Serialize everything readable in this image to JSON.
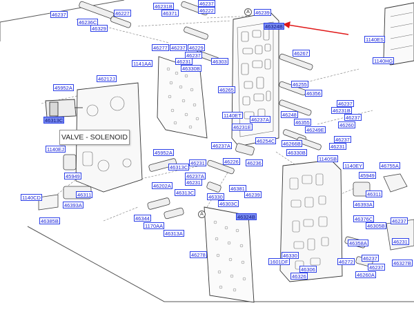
{
  "callout": {
    "text": "VALVE - SOLENOID"
  },
  "highlight_color": "#7a8df0",
  "arrow_color": "#e01818",
  "marks": {
    "upper": "A",
    "lower": "A"
  },
  "labels": [
    {
      "id": "l01",
      "text": "46237",
      "hl": false
    },
    {
      "id": "l02",
      "text": "46236C",
      "hl": false
    },
    {
      "id": "l03",
      "text": "46329",
      "hl": false
    },
    {
      "id": "l04",
      "text": "46227",
      "hl": false
    },
    {
      "id": "l05",
      "text": "46231B",
      "hl": false
    },
    {
      "id": "l06",
      "text": "46371",
      "hl": false
    },
    {
      "id": "l07",
      "text": "46237",
      "hl": false
    },
    {
      "id": "l08",
      "text": "46222",
      "hl": false
    },
    {
      "id": "l09",
      "text": "46239",
      "hl": false
    },
    {
      "id": "l10",
      "text": "46324B",
      "hl": true
    },
    {
      "id": "l11",
      "text": "1140ES",
      "hl": false
    },
    {
      "id": "l12",
      "text": "1140HG",
      "hl": false
    },
    {
      "id": "l13",
      "text": "46277",
      "hl": false
    },
    {
      "id": "l14",
      "text": "46237",
      "hl": false
    },
    {
      "id": "l15",
      "text": "46229",
      "hl": false
    },
    {
      "id": "l16",
      "text": "46237",
      "hl": false
    },
    {
      "id": "l17",
      "text": "46231",
      "hl": false
    },
    {
      "id": "l18",
      "text": "46303",
      "hl": false
    },
    {
      "id": "l19",
      "text": "46330B",
      "hl": false
    },
    {
      "id": "l20",
      "text": "46267",
      "hl": false
    },
    {
      "id": "l21",
      "text": "1141AA",
      "hl": false
    },
    {
      "id": "l22",
      "text": "46212J",
      "hl": false
    },
    {
      "id": "l23",
      "text": "46265",
      "hl": false
    },
    {
      "id": "l24",
      "text": "46255",
      "hl": false
    },
    {
      "id": "l25",
      "text": "46356",
      "hl": false
    },
    {
      "id": "l26",
      "text": "45952A",
      "hl": false
    },
    {
      "id": "l27",
      "text": "46237",
      "hl": false
    },
    {
      "id": "l28",
      "text": "46231B",
      "hl": false
    },
    {
      "id": "l29",
      "text": "46248",
      "hl": false
    },
    {
      "id": "l30",
      "text": "46237",
      "hl": false
    },
    {
      "id": "l31",
      "text": "46313C",
      "hl": true
    },
    {
      "id": "l32",
      "text": "1140ET",
      "hl": false
    },
    {
      "id": "l33",
      "text": "46237A",
      "hl": false
    },
    {
      "id": "l34",
      "text": "46355",
      "hl": false
    },
    {
      "id": "l35",
      "text": "46260",
      "hl": false
    },
    {
      "id": "l36",
      "text": "46231E",
      "hl": false
    },
    {
      "id": "l37",
      "text": "46249E",
      "hl": false
    },
    {
      "id": "l38",
      "text": "46237",
      "hl": false
    },
    {
      "id": "l39",
      "text": "46254C",
      "hl": false
    },
    {
      "id": "l40",
      "text": "46266B",
      "hl": false
    },
    {
      "id": "l41",
      "text": "46231",
      "hl": false
    },
    {
      "id": "l42",
      "text": "1140EJ",
      "hl": false
    },
    {
      "id": "l43",
      "text": "46237A",
      "hl": false
    },
    {
      "id": "l44",
      "text": "45952A",
      "hl": false
    },
    {
      "id": "l45",
      "text": "46226",
      "hl": false
    },
    {
      "id": "l46",
      "text": "46330B",
      "hl": false
    },
    {
      "id": "l47",
      "text": "46236",
      "hl": false
    },
    {
      "id": "l48",
      "text": "1140SB",
      "hl": false
    },
    {
      "id": "l49",
      "text": "46231",
      "hl": false
    },
    {
      "id": "l50",
      "text": "1140EY",
      "hl": false
    },
    {
      "id": "l51",
      "text": "46755A",
      "hl": false
    },
    {
      "id": "l52",
      "text": "46313C",
      "hl": false
    },
    {
      "id": "l53",
      "text": "45949",
      "hl": false
    },
    {
      "id": "l54",
      "text": "45949",
      "hl": false
    },
    {
      "id": "l55",
      "text": "46237A",
      "hl": false
    },
    {
      "id": "l56",
      "text": "46202A",
      "hl": false
    },
    {
      "id": "l57",
      "text": "46231",
      "hl": false
    },
    {
      "id": "l58",
      "text": "46381",
      "hl": false
    },
    {
      "id": "l59",
      "text": "46311",
      "hl": false
    },
    {
      "id": "l60",
      "text": "46313C",
      "hl": false
    },
    {
      "id": "l61",
      "text": "46330",
      "hl": false
    },
    {
      "id": "l62",
      "text": "46239",
      "hl": false
    },
    {
      "id": "l63",
      "text": "46311",
      "hl": false
    },
    {
      "id": "l64",
      "text": "1140CD",
      "hl": false
    },
    {
      "id": "l65",
      "text": "46303C",
      "hl": false
    },
    {
      "id": "l66",
      "text": "46393A",
      "hl": false
    },
    {
      "id": "l67",
      "text": "46393A",
      "hl": false
    },
    {
      "id": "l68",
      "text": "46324B",
      "hl": true
    },
    {
      "id": "l69",
      "text": "46344",
      "hl": false
    },
    {
      "id": "l70",
      "text": "46376C",
      "hl": false
    },
    {
      "id": "l71",
      "text": "46237",
      "hl": false
    },
    {
      "id": "l72",
      "text": "46385B",
      "hl": false
    },
    {
      "id": "l73",
      "text": "1170AA",
      "hl": false
    },
    {
      "id": "l74",
      "text": "46305B",
      "hl": false
    },
    {
      "id": "l75",
      "text": "46313A",
      "hl": false
    },
    {
      "id": "l76",
      "text": "46358A",
      "hl": false
    },
    {
      "id": "l77",
      "text": "46231",
      "hl": false
    },
    {
      "id": "l78",
      "text": "46278",
      "hl": false
    },
    {
      "id": "l79",
      "text": "46330",
      "hl": false
    },
    {
      "id": "l80",
      "text": "46272",
      "hl": false
    },
    {
      "id": "l81",
      "text": "46237",
      "hl": false
    },
    {
      "id": "l82",
      "text": "46237",
      "hl": false
    },
    {
      "id": "l83",
      "text": "1601DF",
      "hl": false
    },
    {
      "id": "l84",
      "text": "46306",
      "hl": false
    },
    {
      "id": "l85",
      "text": "46327B",
      "hl": false
    },
    {
      "id": "l86",
      "text": "46326",
      "hl": false
    },
    {
      "id": "l87",
      "text": "46260A",
      "hl": false
    }
  ]
}
